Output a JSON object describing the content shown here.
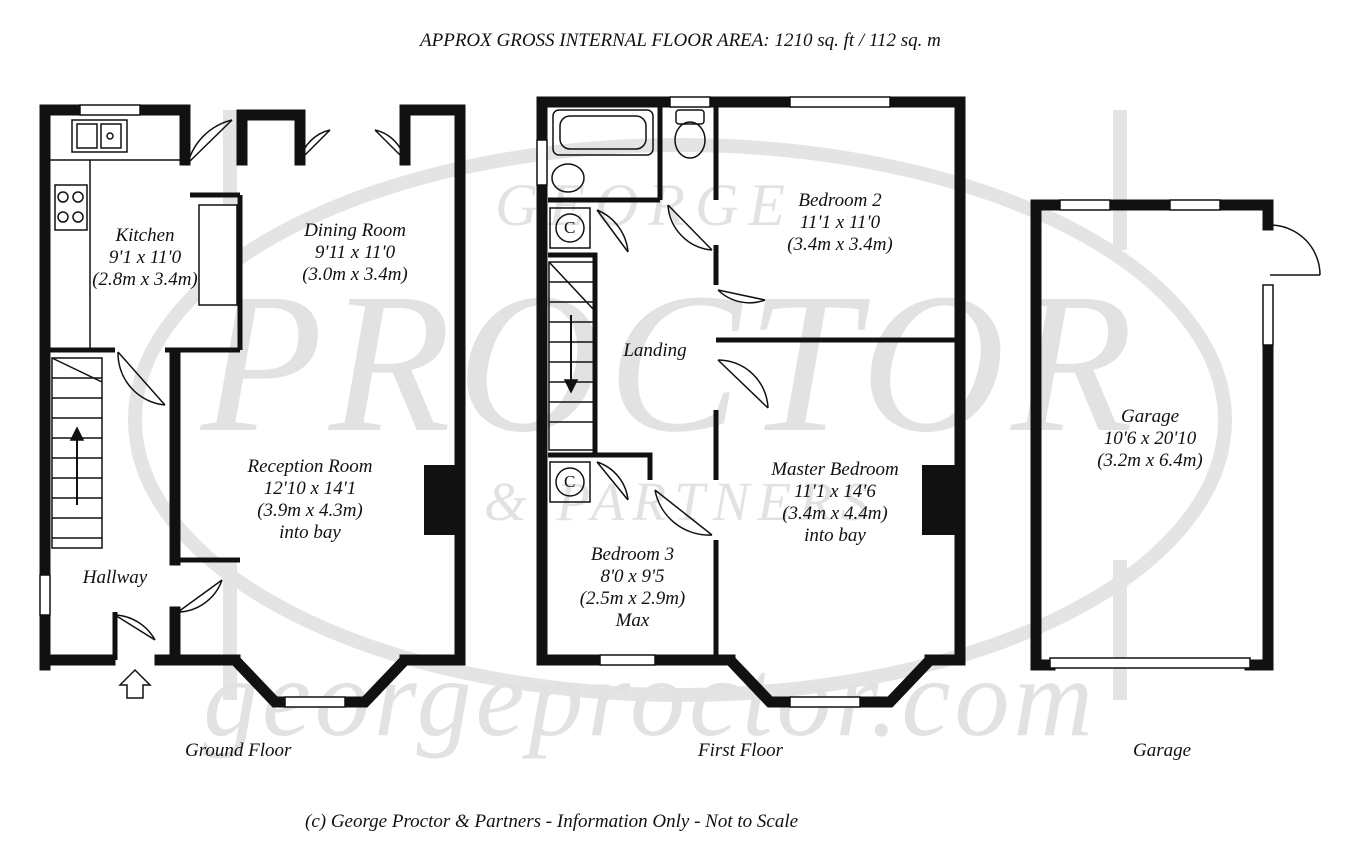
{
  "header": {
    "title": "APPROX GROSS INTERNAL FLOOR AREA:   1210 sq. ft / 112 sq. m"
  },
  "watermark": {
    "name_top": "GEORGE",
    "name_main": "PROCTOR",
    "name_sub": "& PARTNERS",
    "website": "georgeproctor.com"
  },
  "ground_floor": {
    "caption": "Ground Floor",
    "rooms": {
      "kitchen": [
        "Kitchen",
        "9'1 x 11'0",
        "(2.8m x 3.4m)"
      ],
      "dining": [
        "Dining Room",
        "9'11 x 11'0",
        "(3.0m x 3.4m)"
      ],
      "reception": [
        "Reception Room",
        "12'10 x 14'1",
        "(3.9m x 4.3m)",
        "into bay"
      ],
      "hallway": [
        "Hallway"
      ]
    }
  },
  "first_floor": {
    "caption": "First Floor",
    "rooms": {
      "bedroom2": [
        "Bedroom 2",
        "11'1 x 11'0",
        "(3.4m x 3.4m)"
      ],
      "landing": [
        "Landing"
      ],
      "master": [
        "Master Bedroom",
        "11'1 x 14'6",
        "(3.4m x 4.4m)",
        "into bay"
      ],
      "bedroom3": [
        "Bedroom 3",
        "8'0 x 9'5",
        "(2.5m x 2.9m)",
        "Max"
      ],
      "cupboard_mark": "C"
    }
  },
  "garage": {
    "caption": "Garage",
    "rooms": {
      "garage": [
        "Garage",
        "10'6 x 20'10",
        "(3.2m x 6.4m)"
      ]
    }
  },
  "footer": {
    "text": "(c) George Proctor & Partners -  Information Only - Not to Scale"
  }
}
